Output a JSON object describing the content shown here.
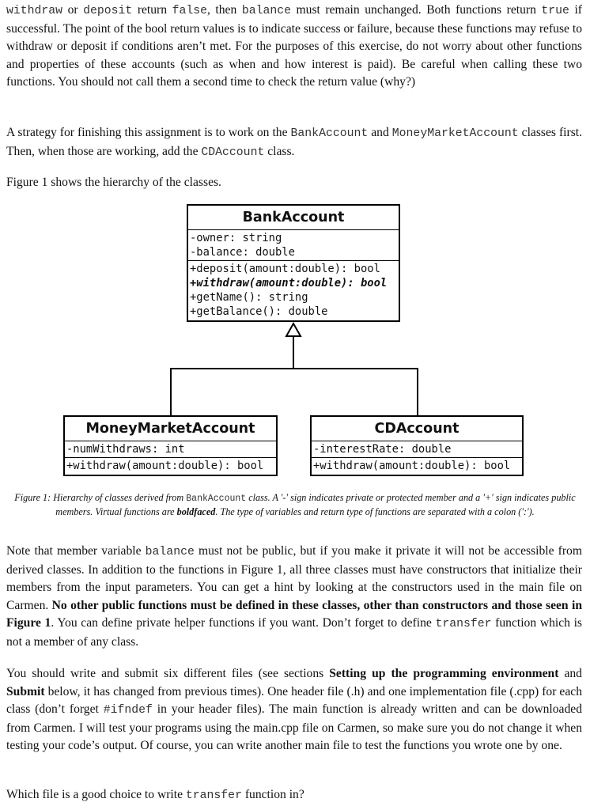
{
  "p1": {
    "m1": "withdraw",
    "t1": " or ",
    "m2": "deposit",
    "t2": " return ",
    "m3": "false",
    "t3": ", then ",
    "m4": "balance",
    "t4": " must remain unchanged. Both functions return ",
    "m5": "true",
    "t5": " if successful. The point of the bool return values is to indicate success or failure, because these functions may refuse to withdraw or deposit if conditions aren’t met. For the purposes of this exercise, do not worry about other functions and properties of these accounts (such as when and how interest is paid). Be careful when calling these two functions. You should not call them a second time to check the return value (why?)"
  },
  "p2": {
    "t1": "A strategy for finishing this assignment is to work on the ",
    "m1": "BankAccount",
    "t2": " and ",
    "m2": "MoneyMarketAccount",
    "t3": " classes first. Then, when those are working, add the ",
    "m3": "CDAccount",
    "t4": " class."
  },
  "p3": {
    "t1": "Figure 1 shows the hierarchy of the classes."
  },
  "uml": {
    "bank": {
      "name": "BankAccount",
      "attrs": [
        "-owner: string",
        "-balance: double"
      ],
      "ops": [
        "+deposit(amount:double): bool",
        "+withdraw(amount:double): bool",
        "+getName(): string",
        "+getBalance(): double"
      ]
    },
    "mma": {
      "name": "MoneyMarketAccount",
      "attrs": [
        "-numWithdraws: int"
      ],
      "ops": [
        "+withdraw(amount:double): bool"
      ]
    },
    "cd": {
      "name": "CDAccount",
      "attrs": [
        "-interestRate: double"
      ],
      "ops": [
        "+withdraw(amount:double): bool"
      ]
    }
  },
  "caption": {
    "t1": "Figure 1: Hierarchy of classes derived from ",
    "m1": "BankAccount",
    "t2": " class. A '-' sign indicates private or protected member and a '+' sign indicates public members. Virtual functions are ",
    "b1": "boldfaced",
    "t3": ". The type of variables and return type of functions are separated with a colon (':')."
  },
  "p4": {
    "t1": "Note that member variable ",
    "m1": "balance",
    "t2": " must not be public, but if you make it private it will not be accessible from derived classes. In addition to the functions in Figure 1, all three classes must have constructors that initialize their members from the input parameters. You can get a hint by looking at the constructors used in the main file on Carmen. ",
    "b1": "No other public functions must be defined in these classes, other than constructors and those seen in Figure 1",
    "t3": ". You can define private helper functions if you want. Don’t forget to define ",
    "m2": "transfer",
    "t4": " function which is not a member of any class."
  },
  "p5": {
    "t1": "You should write and submit six different files (see sections ",
    "b1": "Setting up the programming environment",
    "t2": " and ",
    "b2": "Submit",
    "t3": " below, it has changed from previous times). One header file (.h) and one implementation file (.cpp) for each class (don’t forget ",
    "m1": "#ifndef",
    "t4": " in your header files). The main function is already written and can be downloaded from Carmen. I will test your programs using the main.cpp file on Carmen, so make sure you do not change it when testing your code’s output. Of course, you can write another main file to test the functions you wrote one by one."
  },
  "p6": {
    "t1": "Which file is a good choice to write ",
    "m1": "transfer",
    "t2": " function in?"
  }
}
